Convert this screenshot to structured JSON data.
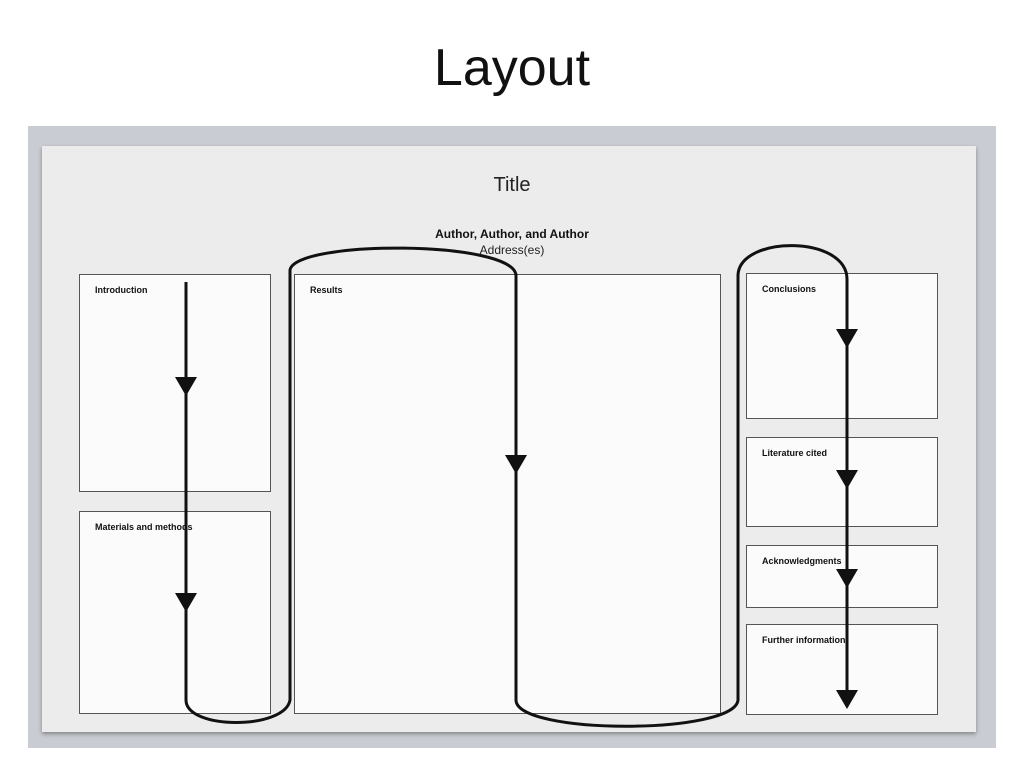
{
  "heading": "Layout",
  "poster": {
    "title": "Title",
    "authors": "Author, Author, and Author",
    "address": "Address(es)"
  },
  "sections": {
    "introduction": "Introduction",
    "materials_methods": "Materials and methods",
    "results": "Results",
    "conclusions": "Conclusions",
    "literature_cited": "Literature cited",
    "acknowledgments": "Acknowledgments",
    "further_information": "Further information"
  },
  "colors": {
    "frame": "#c9ccd2",
    "poster_background": "#ececec",
    "box_fill": "#fbfbfb",
    "flow_line": "#111111"
  }
}
